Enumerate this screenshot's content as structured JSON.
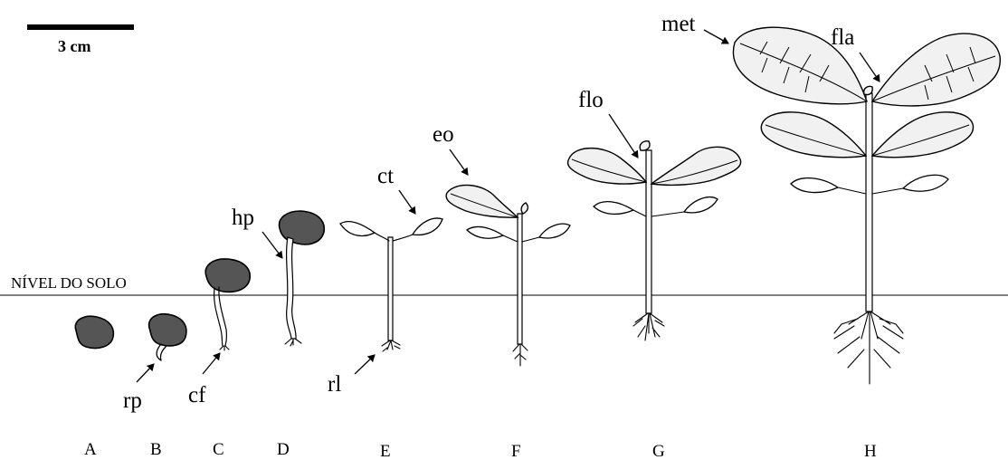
{
  "scale_bar": {
    "label": "3 cm"
  },
  "soil_label": "NÍVEL DO SOLO",
  "stages": [
    "A",
    "B",
    "C",
    "D",
    "E",
    "F",
    "G",
    "H"
  ],
  "parts": {
    "rp": "rp",
    "cf": "cf",
    "hp": "hp",
    "rl": "rl",
    "ct": "ct",
    "eo": "eo",
    "flo": "flo",
    "met": "met",
    "fla": "fla"
  }
}
